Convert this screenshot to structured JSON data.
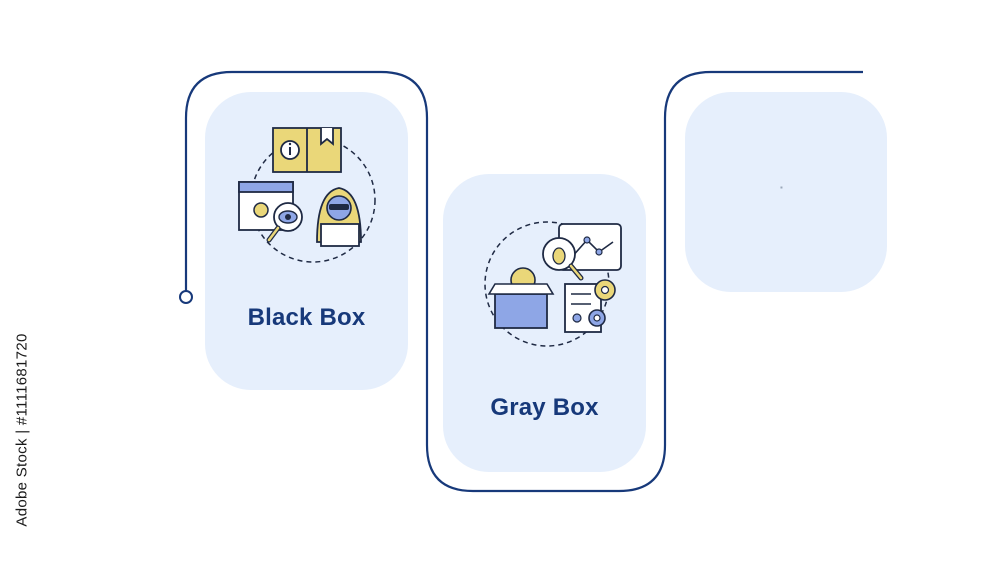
{
  "cards": [
    {
      "title": "Black Box",
      "icon": "black-box-testing-icon"
    },
    {
      "title": "Gray Box",
      "icon": "gray-box-testing-icon"
    },
    {
      "title": "",
      "icon": ""
    }
  ],
  "watermark": {
    "vertical_text": "Adobe Stock | #1111681720"
  },
  "colors": {
    "card_background": "#e6effc",
    "connector_line": "#17397a",
    "title_text": "#17397a",
    "icon_yellow": "#ead779",
    "icon_blue": "#8ea6e6",
    "icon_outline": "#1f2a44"
  }
}
